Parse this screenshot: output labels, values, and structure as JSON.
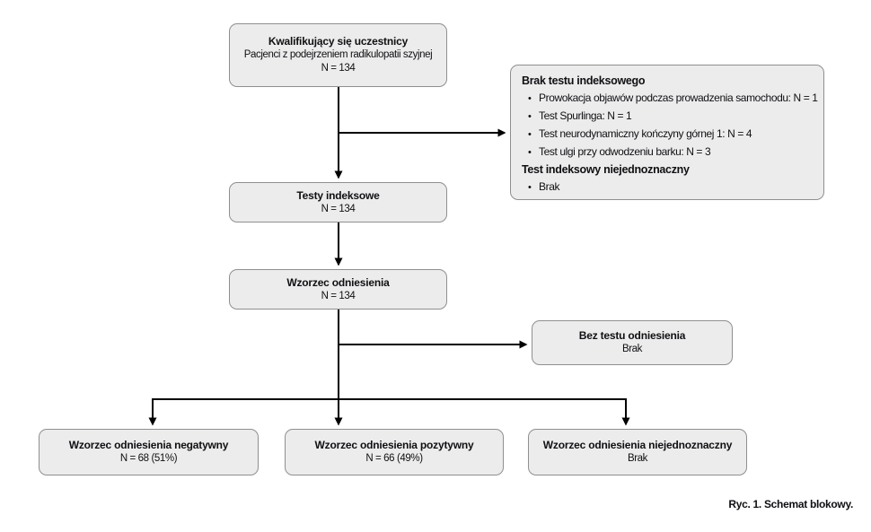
{
  "figure": {
    "caption": "Ryc. 1. Schemat blokowy."
  },
  "colors": {
    "box_fill": "#ececec",
    "box_border": "#8f8f8f",
    "connector_line": "#000000",
    "text": "#101014",
    "background": "#ffffff"
  },
  "nodes": {
    "eligible": {
      "title": "Kwalifikujący się uczestnicy",
      "line2": "Pacjenci z podejrzeniem radikulopatii szyjnej",
      "line3": "N = 134"
    },
    "exclusion": {
      "sections": [
        {
          "heading": "Brak testu indeksowego",
          "items": [
            "Prowokacja objawów podczas prowadzenia samochodu: N = 1",
            "Test Spurlinga: N = 1",
            "Test neurodynamiczny kończyny górnej 1: N = 4",
            "Test ulgi przy odwodzeniu barku: N = 3"
          ]
        },
        {
          "heading": "Test indeksowy niejednoznaczny",
          "items": [
            "Brak"
          ]
        }
      ],
      "bullet_glyph": "•"
    },
    "index_tests": {
      "title": "Testy indeksowe",
      "line2": "N = 134"
    },
    "reference": {
      "title": "Wzorzec odniesienia",
      "line2": "N = 134"
    },
    "no_reference": {
      "title": "Bez testu odniesienia",
      "line2": "Brak"
    },
    "ref_negative": {
      "title": "Wzorzec odniesienia negatywny",
      "line2": "N = 68 (51%)"
    },
    "ref_positive": {
      "title": "Wzorzec odniesienia pozytywny",
      "line2": "N = 66 (49%)"
    },
    "ref_inconclusive": {
      "title": "Wzorzec odniesienia niejednoznaczny",
      "line2": "Brak"
    }
  }
}
